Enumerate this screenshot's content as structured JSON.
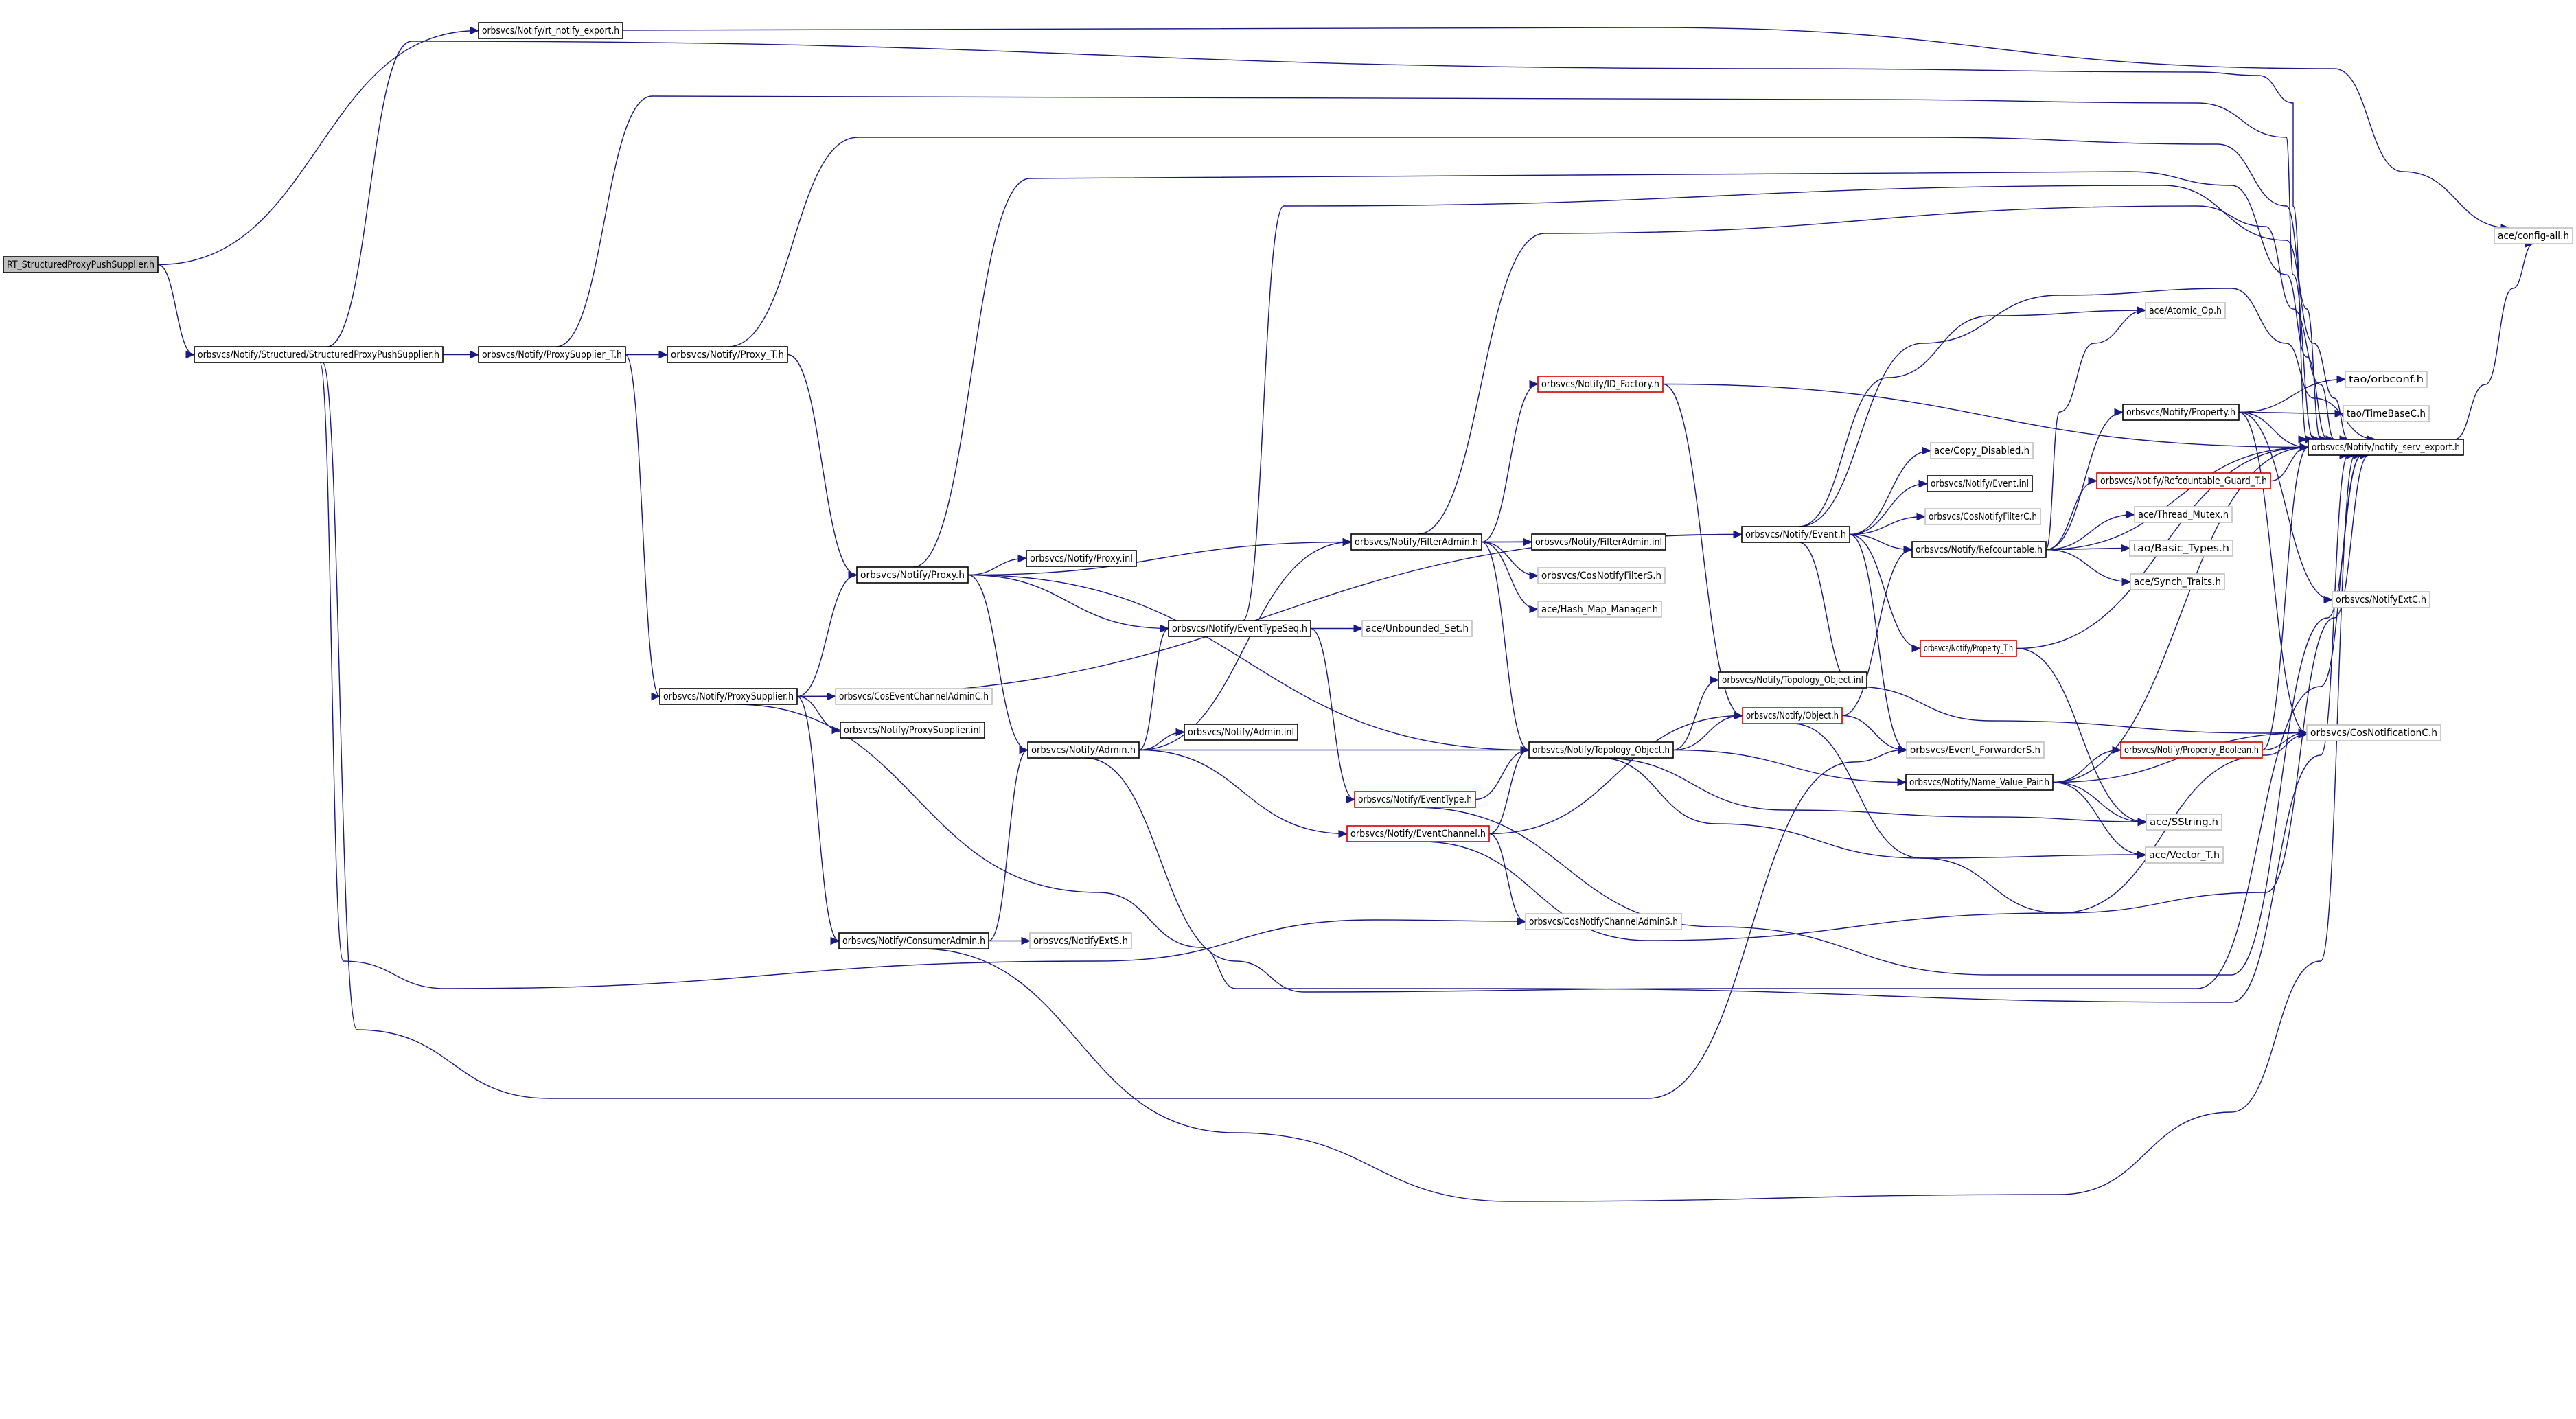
{
  "colors": {
    "edge": "#1a1a80",
    "box_normal": "#000000",
    "box_truncated": "#cc0000",
    "box_external": "#c0c0c0",
    "root_fill": "#bfbfbf",
    "background": "#ffffff"
  },
  "nodes": [
    {
      "id": "root",
      "label": "RT_StructuredProxyPushSupplier.h",
      "style": "root"
    },
    {
      "id": "rtexp",
      "label": "orbsvcs/Notify/rt_notify_export.h",
      "style": "normal"
    },
    {
      "id": "spps",
      "label": "orbsvcs/Notify/Structured/StructuredProxyPushSupplier.h",
      "style": "normal"
    },
    {
      "id": "pst",
      "label": "orbsvcs/Notify/ProxySupplier_T.h",
      "style": "normal"
    },
    {
      "id": "pt",
      "label": "orbsvcs/Notify/Proxy_T.h",
      "style": "normal"
    },
    {
      "id": "acecfg",
      "label": "ace/config-all.h",
      "style": "external"
    },
    {
      "id": "proxy",
      "label": "orbsvcs/Notify/Proxy.h",
      "style": "normal"
    },
    {
      "id": "proxyinl",
      "label": "orbsvcs/Notify/Proxy.inl",
      "style": "normal"
    },
    {
      "id": "ps",
      "label": "orbsvcs/Notify/ProxySupplier.h",
      "style": "normal"
    },
    {
      "id": "cecac",
      "label": "orbsvcs/CosEventChannelAdminC.h",
      "style": "external"
    },
    {
      "id": "psinl",
      "label": "orbsvcs/Notify/ProxySupplier.inl",
      "style": "normal"
    },
    {
      "id": "ca",
      "label": "orbsvcs/Notify/ConsumerAdmin.h",
      "style": "normal"
    },
    {
      "id": "exts",
      "label": "orbsvcs/NotifyExtS.h",
      "style": "external"
    },
    {
      "id": "admin",
      "label": "orbsvcs/Notify/Admin.h",
      "style": "normal"
    },
    {
      "id": "admininl",
      "label": "orbsvcs/Notify/Admin.inl",
      "style": "normal"
    },
    {
      "id": "ets",
      "label": "orbsvcs/Notify/EventTypeSeq.h",
      "style": "normal"
    },
    {
      "id": "unb",
      "label": "ace/Unbounded_Set.h",
      "style": "external"
    },
    {
      "id": "fa",
      "label": "orbsvcs/Notify/FilterAdmin.h",
      "style": "normal"
    },
    {
      "id": "fainl",
      "label": "orbsvcs/Notify/FilterAdmin.inl",
      "style": "normal"
    },
    {
      "id": "cnfs",
      "label": "orbsvcs/CosNotifyFilterS.h",
      "style": "external"
    },
    {
      "id": "hmm",
      "label": "ace/Hash_Map_Manager.h",
      "style": "external"
    },
    {
      "id": "idf",
      "label": "orbsvcs/Notify/ID_Factory.h",
      "style": "truncated"
    },
    {
      "id": "et",
      "label": "orbsvcs/Notify/EventType.h",
      "style": "truncated"
    },
    {
      "id": "ec",
      "label": "orbsvcs/Notify/EventChannel.h",
      "style": "truncated"
    },
    {
      "id": "cncas",
      "label": "orbsvcs/CosNotifyChannelAdminS.h",
      "style": "external"
    },
    {
      "id": "topo",
      "label": "orbsvcs/Notify/Topology_Object.h",
      "style": "normal"
    },
    {
      "id": "topoinl",
      "label": "orbsvcs/Notify/Topology_Object.inl",
      "style": "normal"
    },
    {
      "id": "obj",
      "label": "orbsvcs/Notify/Object.h",
      "style": "truncated"
    },
    {
      "id": "event",
      "label": "orbsvcs/Notify/Event.h",
      "style": "normal"
    },
    {
      "id": "eventinl",
      "label": "orbsvcs/Notify/Event.inl",
      "style": "normal"
    },
    {
      "id": "copydis",
      "label": "ace/Copy_Disabled.h",
      "style": "external"
    },
    {
      "id": "cnfc",
      "label": "orbsvcs/CosNotifyFilterC.h",
      "style": "external"
    },
    {
      "id": "refc",
      "label": "orbsvcs/Notify/Refcountable.h",
      "style": "normal"
    },
    {
      "id": "propt",
      "label": "orbsvcs/Notify/Property_T.h",
      "style": "truncated"
    },
    {
      "id": "efs",
      "label": "orbsvcs/Event_ForwarderS.h",
      "style": "external"
    },
    {
      "id": "nvp",
      "label": "orbsvcs/Notify/Name_Value_Pair.h",
      "style": "normal"
    },
    {
      "id": "atomic",
      "label": "ace/Atomic_Op.h",
      "style": "external"
    },
    {
      "id": "prop",
      "label": "orbsvcs/Notify/Property.h",
      "style": "normal"
    },
    {
      "id": "rgt",
      "label": "orbsvcs/Notify/Refcountable_Guard_T.h",
      "style": "truncated"
    },
    {
      "id": "tmutex",
      "label": "ace/Thread_Mutex.h",
      "style": "external"
    },
    {
      "id": "basic",
      "label": "tao/Basic_Types.h",
      "style": "external"
    },
    {
      "id": "synch",
      "label": "ace/Synch_Traits.h",
      "style": "external"
    },
    {
      "id": "pbool",
      "label": "orbsvcs/Notify/Property_Boolean.h",
      "style": "truncated"
    },
    {
      "id": "sstr",
      "label": "ace/SString.h",
      "style": "external"
    },
    {
      "id": "vect",
      "label": "ace/Vector_T.h",
      "style": "external"
    },
    {
      "id": "orbconf",
      "label": "tao/orbconf.h",
      "style": "external"
    },
    {
      "id": "tbase",
      "label": "tao/TimeBaseC.h",
      "style": "external"
    },
    {
      "id": "nse",
      "label": "orbsvcs/Notify/notify_serv_export.h",
      "style": "normal"
    },
    {
      "id": "extc",
      "label": "orbsvcs/NotifyExtC.h",
      "style": "external"
    },
    {
      "id": "cnc",
      "label": "orbsvcs/CosNotificationC.h",
      "style": "external"
    }
  ],
  "edges": [
    [
      "root",
      "rtexp"
    ],
    [
      "root",
      "spps"
    ],
    [
      "rtexp",
      "acecfg"
    ],
    [
      "spps",
      "pst"
    ],
    [
      "spps",
      "nse"
    ],
    [
      "spps",
      "cncas"
    ],
    [
      "spps",
      "efs"
    ],
    [
      "pst",
      "pt"
    ],
    [
      "pst",
      "nse"
    ],
    [
      "pst",
      "ps"
    ],
    [
      "pt",
      "proxy"
    ],
    [
      "pt",
      "nse"
    ],
    [
      "proxy",
      "proxyinl"
    ],
    [
      "proxy",
      "fa"
    ],
    [
      "proxy",
      "ets"
    ],
    [
      "proxy",
      "topo"
    ],
    [
      "proxy",
      "admin"
    ],
    [
      "proxy",
      "nse"
    ],
    [
      "ps",
      "proxy"
    ],
    [
      "ps",
      "cecac"
    ],
    [
      "ps",
      "psinl"
    ],
    [
      "ps",
      "ca"
    ],
    [
      "ps",
      "event"
    ],
    [
      "ps",
      "nse"
    ],
    [
      "ca",
      "admin"
    ],
    [
      "ca",
      "exts"
    ],
    [
      "ca",
      "nse"
    ],
    [
      "admin",
      "admininl"
    ],
    [
      "admin",
      "ets"
    ],
    [
      "admin",
      "fa"
    ],
    [
      "admin",
      "topo"
    ],
    [
      "admin",
      "ec"
    ],
    [
      "admin",
      "nse"
    ],
    [
      "ets",
      "unb"
    ],
    [
      "ets",
      "et"
    ],
    [
      "ets",
      "nse"
    ],
    [
      "fa",
      "fainl"
    ],
    [
      "fa",
      "cnfs"
    ],
    [
      "fa",
      "hmm"
    ],
    [
      "fa",
      "idf"
    ],
    [
      "fa",
      "event"
    ],
    [
      "fa",
      "topo"
    ],
    [
      "fa",
      "nse"
    ],
    [
      "idf",
      "nse"
    ],
    [
      "idf",
      "obj"
    ],
    [
      "et",
      "topo"
    ],
    [
      "et",
      "nse"
    ],
    [
      "ec",
      "topo"
    ],
    [
      "ec",
      "obj"
    ],
    [
      "ec",
      "cncas"
    ],
    [
      "ec",
      "cnc"
    ],
    [
      "topo",
      "topoinl"
    ],
    [
      "topo",
      "obj"
    ],
    [
      "topo",
      "nvp"
    ],
    [
      "topo",
      "sstr"
    ],
    [
      "topo",
      "vect"
    ],
    [
      "obj",
      "refc"
    ],
    [
      "obj",
      "efs"
    ],
    [
      "obj",
      "nse"
    ],
    [
      "event",
      "eventinl"
    ],
    [
      "event",
      "copydis"
    ],
    [
      "event",
      "cnfc"
    ],
    [
      "event",
      "refc"
    ],
    [
      "event",
      "propt"
    ],
    [
      "event",
      "atomic"
    ],
    [
      "event",
      "efs"
    ],
    [
      "event",
      "cnc"
    ],
    [
      "event",
      "nse"
    ],
    [
      "refc",
      "atomic"
    ],
    [
      "refc",
      "prop"
    ],
    [
      "refc",
      "rgt"
    ],
    [
      "refc",
      "tmutex"
    ],
    [
      "refc",
      "basic"
    ],
    [
      "refc",
      "synch"
    ],
    [
      "refc",
      "nse"
    ],
    [
      "propt",
      "sstr"
    ],
    [
      "propt",
      "nse"
    ],
    [
      "nvp",
      "pbool"
    ],
    [
      "nvp",
      "sstr"
    ],
    [
      "nvp",
      "vect"
    ],
    [
      "nvp",
      "nse"
    ],
    [
      "nvp",
      "cnc"
    ],
    [
      "pbool",
      "nse"
    ],
    [
      "pbool",
      "cnc"
    ],
    [
      "prop",
      "orbconf"
    ],
    [
      "prop",
      "tbase"
    ],
    [
      "prop",
      "nse"
    ],
    [
      "prop",
      "extc"
    ],
    [
      "prop",
      "cnc"
    ],
    [
      "rgt",
      "nse"
    ],
    [
      "nse",
      "acecfg"
    ]
  ]
}
